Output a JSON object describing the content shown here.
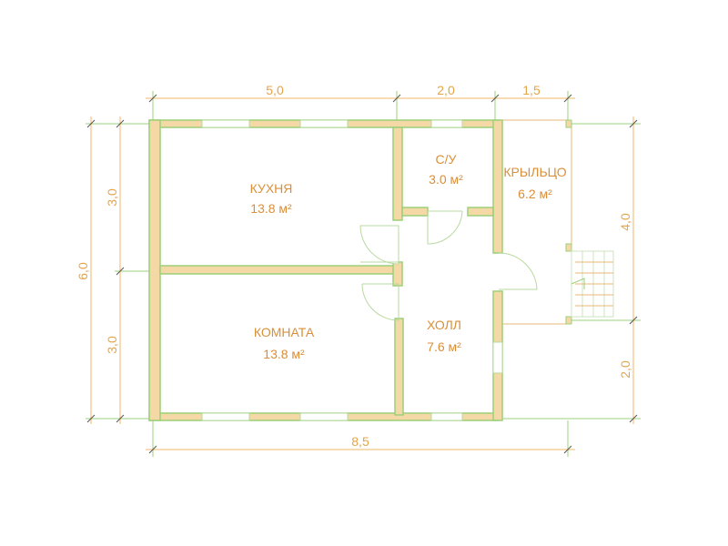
{
  "plan": {
    "dimensions": {
      "top_left": "5,0",
      "top_mid": "2,0",
      "top_right": "1,5",
      "bottom_total": "8,5",
      "left_total": "6,0",
      "left_upper": "3,0",
      "left_lower": "3,0",
      "right_upper": "4,0",
      "right_lower": "2,0"
    },
    "rooms": [
      {
        "name": "КУХНЯ",
        "area": "13.8 м²"
      },
      {
        "name": "С/У",
        "area": "3.0 м²"
      },
      {
        "name": "КРЫЛЬЦО",
        "area": "6.2 м²"
      },
      {
        "name": "КОМНАТА",
        "area": "13.8 м²"
      },
      {
        "name": "ХОЛЛ",
        "area": "7.6 м²"
      }
    ],
    "colors": {
      "wall_fill": "#f4d8a6",
      "wall_edge": "#9ccf78",
      "dimension_text": "#e3a44a",
      "room_text": "#d98f3a"
    }
  }
}
